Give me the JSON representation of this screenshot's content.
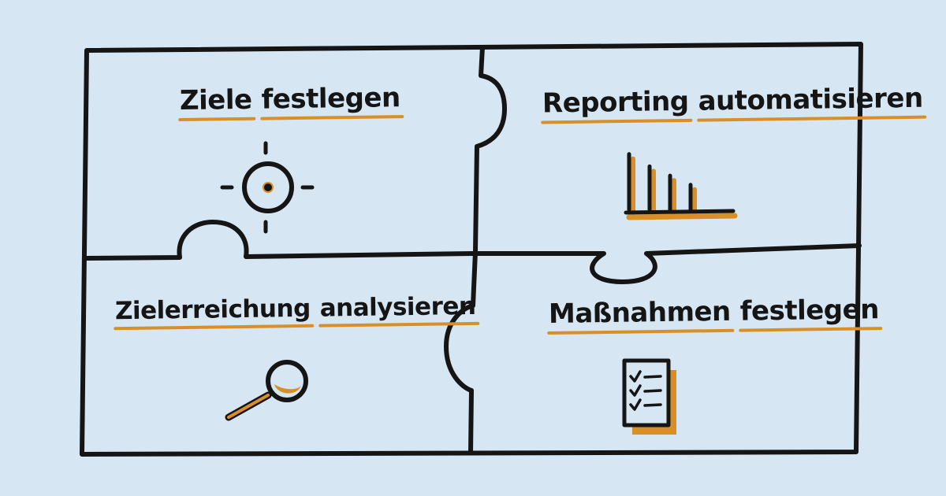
{
  "colors": {
    "background": "#d6e6f2",
    "ink": "#151515",
    "accent": "#d98f27"
  },
  "pieces": [
    {
      "id": "top-left",
      "words": [
        "Ziele",
        "festlegen"
      ],
      "icon": "target-icon"
    },
    {
      "id": "top-right",
      "words": [
        "Reporting",
        "automatisieren"
      ],
      "icon": "bar-chart-icon"
    },
    {
      "id": "bottom-left",
      "words": [
        "Zielerreichung",
        "analysieren"
      ],
      "icon": "magnifier-icon"
    },
    {
      "id": "bottom-right",
      "words": [
        "Maßnahmen",
        "festlegen"
      ],
      "icon": "checklist-icon"
    }
  ],
  "chart_data": {
    "type": "bar",
    "values": [
      0.9,
      0.7,
      0.55,
      0.4
    ]
  }
}
